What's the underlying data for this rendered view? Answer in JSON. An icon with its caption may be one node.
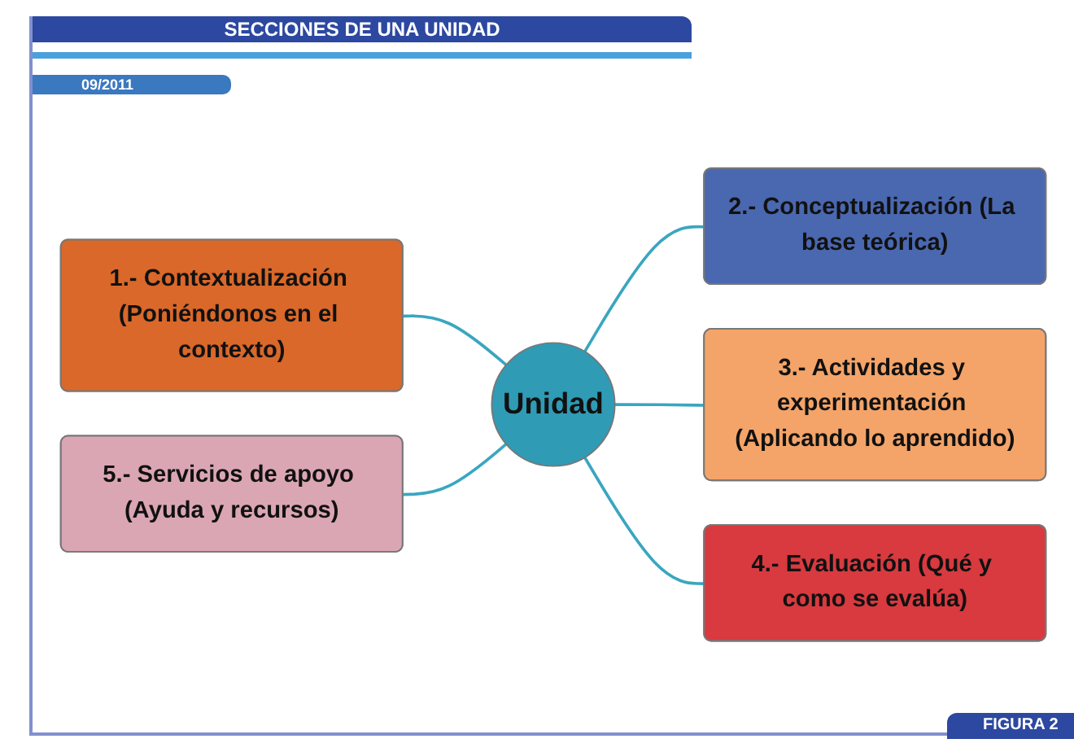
{
  "diagram": {
    "title": "SECCIONES DE UNA UNIDAD",
    "nodes": [
      {
        "text": [
          "Unidad"
        ]
      },
      {
        "text": [
          "1.- Contextualización (Poniéndonos en el contexto)"
        ]
      },
      {
        "text": [
          "2.- Conceptualización (La base teórica)"
        ]
      },
      {
        "text": [
          "3.- Actividades y experimentación (Aplicando lo aprendido)"
        ]
      },
      {
        "text": [
          "4.- Evaluación (Qué y como se evalúa)"
        ]
      },
      {
        "text": [
          "5.- Servicios de apoyo (Ayuda y recursos)"
        ]
      }
    ],
    "edges": [
      {
        "from": 1,
        "to": 0,
        "arrow": "none"
      },
      {
        "from": 5,
        "to": 0,
        "arrow": "none"
      },
      {
        "from": 0,
        "to": 2,
        "arrow": "none"
      },
      {
        "from": 0,
        "to": 3,
        "arrow": "none"
      },
      {
        "from": 0,
        "to": 4,
        "arrow": "none"
      }
    ],
    "labels": [
      "09/2011",
      "FIGURA 2"
    ]
  }
}
